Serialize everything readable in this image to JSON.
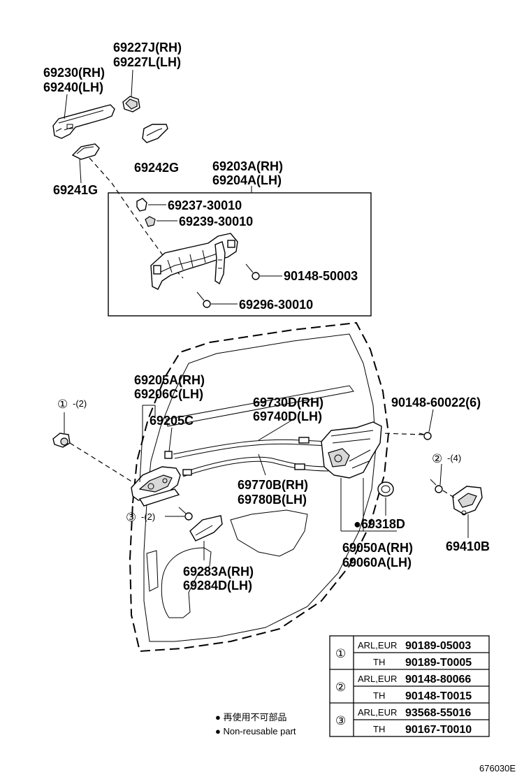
{
  "labels": {
    "p69227J": "69227J(RH)",
    "p69227L": "69227L(LH)",
    "p69230": "69230(RH)",
    "p69240": "69240(LH)",
    "p69242G": "69242G",
    "p69241G": "69241G",
    "p69203A": "69203A(RH)",
    "p69204A": "69204A(LH)",
    "p69237": "69237-30010",
    "p69239": "69239-30010",
    "p90148_50003": "90148-50003",
    "p69296": "69296-30010",
    "p69205A": "69205A(RH)",
    "p69206C": "69206C(LH)",
    "p69205C": "69205C",
    "p69730D": "69730D(RH)",
    "p69740D": "69740D(LH)",
    "p90148_60022": "90148-60022(6)",
    "p69770B": "69770B(RH)",
    "p69780B": "69780B(LH)",
    "p69318D": "●69318D",
    "p69050A": "69050A(RH)",
    "p69060A": "69060A(LH)",
    "p69410B": "69410B",
    "p69283A": "69283A(RH)",
    "p69284D": "69284D(LH)"
  },
  "callouts": {
    "c1_symbol": "①",
    "c1_qty": "-(2)",
    "c2_symbol": "②",
    "c2_qty": "-(4)",
    "c3_symbol": "③",
    "c3_qty": "-(2)"
  },
  "legend": {
    "jp": "● 再使用不可部品",
    "en": "● Non-reusable part"
  },
  "table": {
    "rows": [
      {
        "symbol": "①",
        "entries": [
          {
            "region": "ARL,EUR",
            "part": "90189-05003"
          },
          {
            "region": "TH",
            "part": "90189-T0005"
          }
        ]
      },
      {
        "symbol": "②",
        "entries": [
          {
            "region": "ARL,EUR",
            "part": "90148-80066"
          },
          {
            "region": "TH",
            "part": "90148-T0015"
          }
        ]
      },
      {
        "symbol": "③",
        "entries": [
          {
            "region": "ARL,EUR",
            "part": "93568-55016"
          },
          {
            "region": "TH",
            "part": "90167-T0010"
          }
        ]
      }
    ]
  },
  "figure_id": "676030E"
}
